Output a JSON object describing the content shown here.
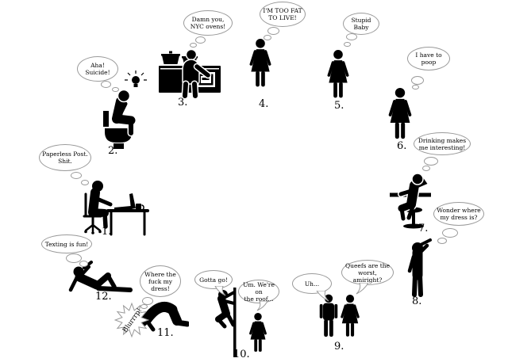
{
  "scene": {
    "background_color": "#ffffff",
    "ink_color": "#000000",
    "bubble_stroke_color": "#9a9a9a"
  },
  "steps": [
    {
      "num": "1.",
      "thought": "Paperless Post.\nShit."
    },
    {
      "num": "2.",
      "thought": "Aha!\nSuicide!"
    },
    {
      "num": "3.",
      "thought": "Damn you,\nNYC ovens!"
    },
    {
      "num": "4.",
      "thought": "I'M TOO FAT\nTO LIVE!"
    },
    {
      "num": "5.",
      "thought": "Stupid\nBaby"
    },
    {
      "num": "6.",
      "thought": "I have to\npoop"
    },
    {
      "num": "7.",
      "thought": "Drinking makes\nme interesting!"
    },
    {
      "num": "8.",
      "thought": "Wonder where\nmy dress is?"
    },
    {
      "num": "9.",
      "speech_man": "Uh...",
      "speech_woman": "Queefs are the\nworst, amiright?"
    },
    {
      "num": "10.",
      "speech_climber": "Gotta go!",
      "speech_woman": "Um. We're on\nthe roof..."
    },
    {
      "num": "11.",
      "thought": "Where the\nfuck my\ndress!",
      "burst": "Blurrrp!"
    },
    {
      "num": "12.",
      "thought": "Texting is fun!"
    }
  ]
}
